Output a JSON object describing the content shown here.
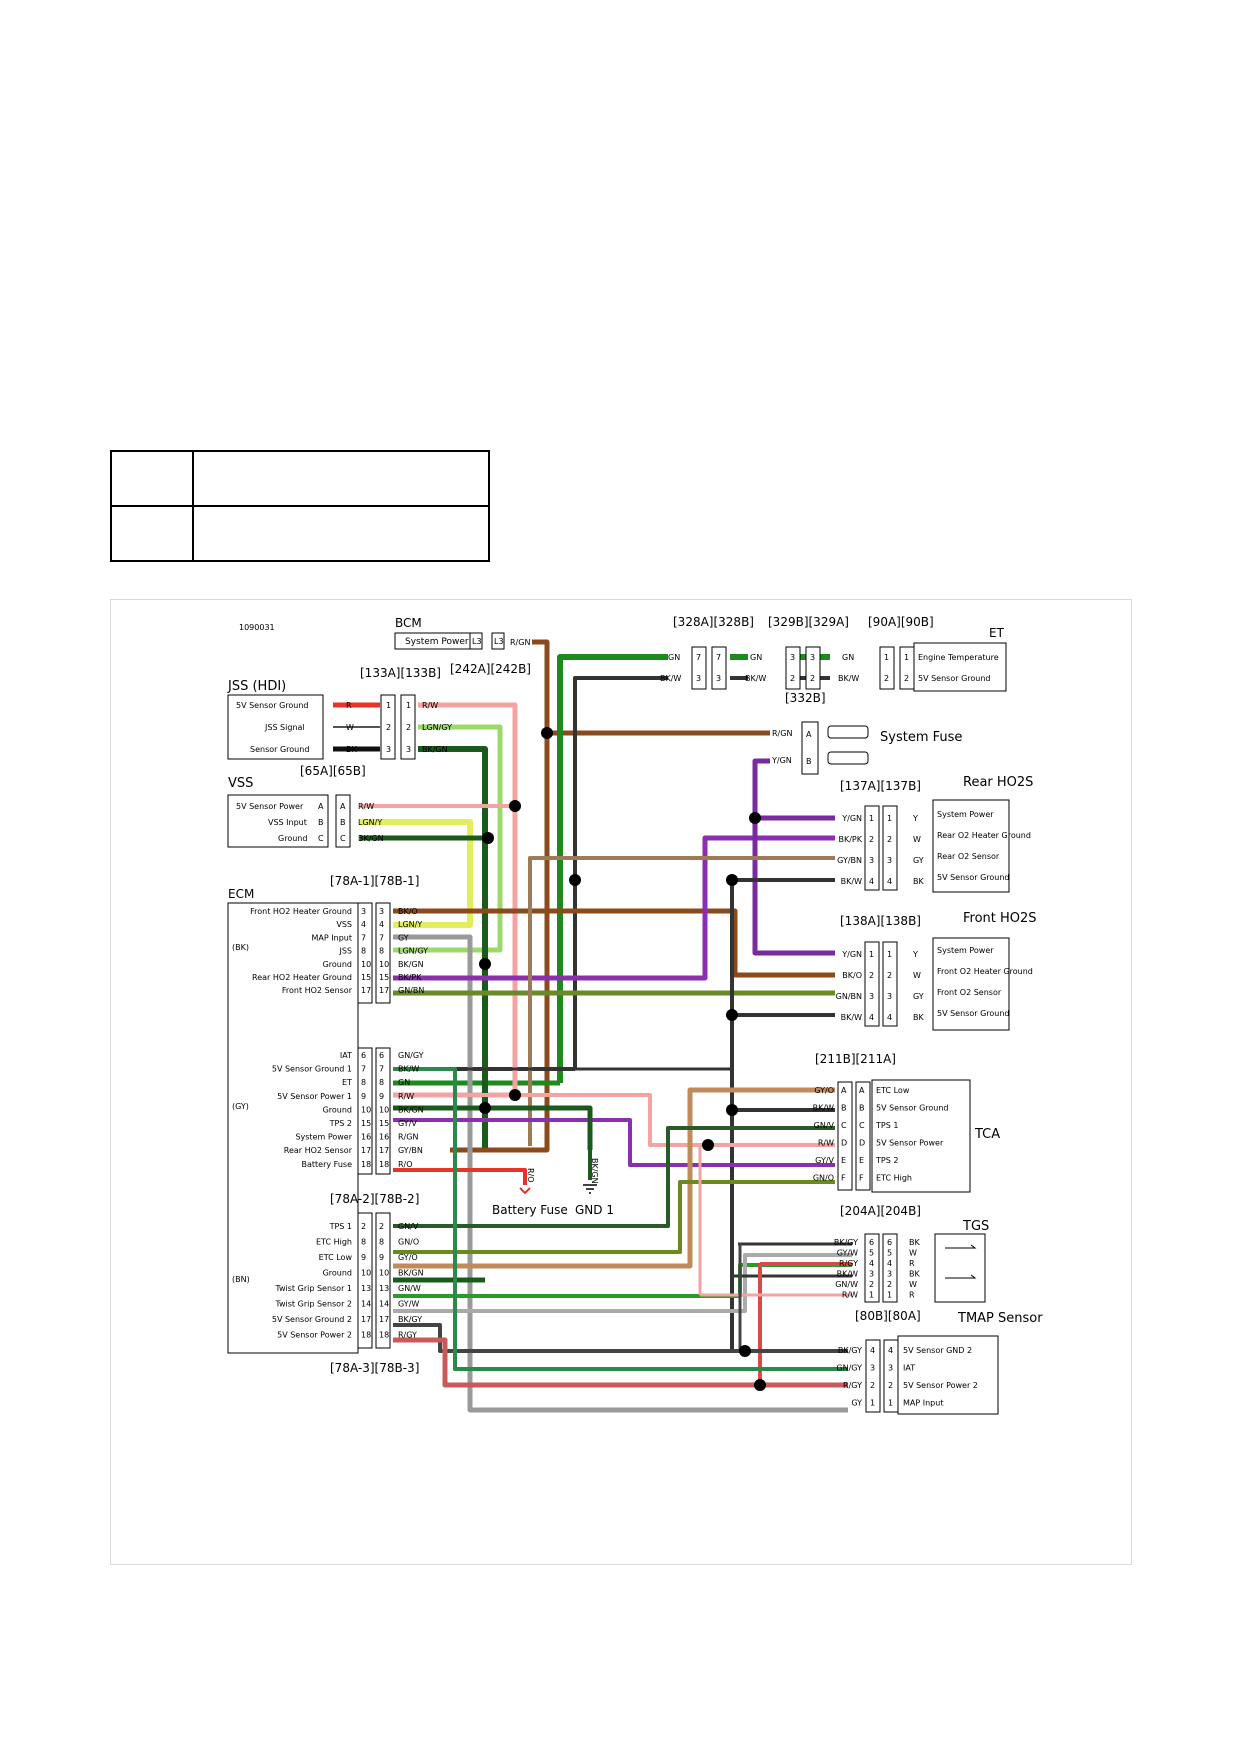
{
  "diagram_id": "1090031",
  "modules": {
    "bcm": {
      "title": "BCM",
      "pin_label": "System Power",
      "pins": [
        "L3",
        "L3"
      ],
      "wire": "R/GN"
    },
    "jss": {
      "title": "JSS (HDI)",
      "connector": "[133A][133B]",
      "pins": [
        {
          "label": "5V Sensor Ground",
          "wire": "R",
          "n": "1",
          "out": "R/W"
        },
        {
          "label": "JSS Signal",
          "wire": "W",
          "n": "2",
          "out": "LGN/GY"
        },
        {
          "label": "Sensor Ground",
          "wire": "BK",
          "n": "3",
          "out": "BK/GN"
        }
      ]
    },
    "vss": {
      "title": "VSS",
      "connector": "[65A][65B]",
      "pins": [
        {
          "label": "5V Sensor Power",
          "n": "A",
          "wire": "R/W"
        },
        {
          "label": "VSS Input",
          "n": "B",
          "wire": "LGN/Y"
        },
        {
          "label": "Ground",
          "n": "C",
          "wire": "BK/GN"
        }
      ]
    },
    "ecm": {
      "title": "ECM"
    },
    "et": {
      "title": "ET",
      "connector": "[90A][90B]",
      "pins": [
        {
          "n": "1",
          "label": "Engine Temperature"
        },
        {
          "n": "2",
          "label": "5V Sensor Ground"
        }
      ]
    },
    "system_fuse": {
      "title": "System Fuse",
      "connector": "[332B]",
      "pins": [
        "A",
        "B"
      ],
      "wires": [
        "R/GN",
        "Y/GN"
      ]
    },
    "rear_ho2s": {
      "title": "Rear HO2S",
      "connector": "[137A][137B]",
      "wires_in": [
        "Y/GN",
        "BK/PK",
        "GY/BN",
        "BK/W"
      ],
      "wires_out": [
        "Y",
        "W",
        "GY",
        "BK"
      ],
      "labels": [
        "System Power",
        "Rear O2 Heater Ground",
        "Rear O2 Sensor",
        "5V Sensor Ground"
      ]
    },
    "front_ho2s": {
      "title": "Front HO2S",
      "connector": "[138A][138B]",
      "wires_in": [
        "Y/GN",
        "BK/O",
        "GN/BN",
        "BK/W"
      ],
      "wires_out": [
        "Y",
        "W",
        "GY",
        "BK"
      ],
      "labels": [
        "System Power",
        "Front O2 Heater Ground",
        "Front O2 Sensor",
        "5V Sensor Ground"
      ]
    },
    "tca": {
      "title": "TCA",
      "connector": "[211B][211A]",
      "pins": [
        {
          "n": "A",
          "wire": "GY/O",
          "label": "ETC Low"
        },
        {
          "n": "B",
          "wire": "BK/W",
          "label": "5V Sensor Ground"
        },
        {
          "n": "C",
          "wire": "GN/V",
          "label": "TPS 1"
        },
        {
          "n": "D",
          "wire": "R/W",
          "label": "5V Sensor Power"
        },
        {
          "n": "E",
          "wire": "GY/V",
          "label": "TPS 2"
        },
        {
          "n": "F",
          "wire": "GN/O",
          "label": "ETC High"
        }
      ]
    },
    "tgs": {
      "title": "TGS",
      "connector": "[204A][204B]",
      "pins": [
        {
          "n": "6",
          "wire": "BK/GY",
          "out": "BK"
        },
        {
          "n": "5",
          "wire": "GY/W",
          "out": "W"
        },
        {
          "n": "4",
          "wire": "R/GY",
          "out": "R"
        },
        {
          "n": "3",
          "wire": "BK/W",
          "out": "BK"
        },
        {
          "n": "2",
          "wire": "GN/W",
          "out": "W"
        },
        {
          "n": "1",
          "wire": "R/W",
          "out": "R"
        }
      ]
    },
    "tmap": {
      "title": "TMAP Sensor",
      "connector": "[80B][80A]",
      "pins": [
        {
          "n": "4",
          "wire": "BK/GY",
          "label": "5V Sensor GND 2"
        },
        {
          "n": "3",
          "wire": "GN/GY",
          "label": "IAT"
        },
        {
          "n": "2",
          "wire": "R/GY",
          "label": "5V Sensor Power 2"
        },
        {
          "n": "1",
          "wire": "GY",
          "label": "MAP Input"
        }
      ]
    }
  },
  "connectors": {
    "c328": "[328A][328B]",
    "c329": "[329B][329A]",
    "c242": "[242A][242B]",
    "c78_1": "[78A-1][78B-1]",
    "c78_2": "[78A-2][78B-2]",
    "c78_3": "[78A-3][78B-3]"
  },
  "bk_block": {
    "tag": "(BK)",
    "rows": [
      {
        "label": "Front HO2 Heater Ground",
        "n": "3",
        "wire": "BK/O"
      },
      {
        "label": "VSS",
        "n": "4",
        "wire": "LGN/Y"
      },
      {
        "label": "MAP Input",
        "n": "7",
        "wire": "GY"
      },
      {
        "label": "JSS",
        "n": "8",
        "wire": "LGN/GY"
      },
      {
        "label": "Ground",
        "n": "10",
        "wire": "BK/GN"
      },
      {
        "label": "Rear HO2 Heater Ground",
        "n": "15",
        "wire": "BK/PK"
      },
      {
        "label": "Front HO2 Sensor",
        "n": "17",
        "wire": "GN/BN"
      }
    ]
  },
  "gy_block": {
    "tag": "(GY)",
    "rows": [
      {
        "label": "IAT",
        "n": "6",
        "wire": "GN/GY"
      },
      {
        "label": "5V Sensor Ground 1",
        "n": "7",
        "wire": "BK/W"
      },
      {
        "label": "ET",
        "n": "8",
        "wire": "GN"
      },
      {
        "label": "5V Sensor Power 1",
        "n": "9",
        "wire": "R/W"
      },
      {
        "label": "Ground",
        "n": "10",
        "wire": "BK/GN"
      },
      {
        "label": "TPS 2",
        "n": "15",
        "wire": "GY/V"
      },
      {
        "label": "System Power",
        "n": "16",
        "wire": "R/GN"
      },
      {
        "label": "Rear HO2 Sensor",
        "n": "17",
        "wire": "GY/BN"
      },
      {
        "label": "Battery Fuse",
        "n": "18",
        "wire": "R/O"
      }
    ]
  },
  "bn_block": {
    "tag": "(BN)",
    "rows": [
      {
        "label": "TPS 1",
        "n": "2",
        "wire": "GN/V"
      },
      {
        "label": "ETC High",
        "n": "8",
        "wire": "GN/O"
      },
      {
        "label": "ETC Low",
        "n": "9",
        "wire": "GY/O"
      },
      {
        "label": "Ground",
        "n": "10",
        "wire": "BK/GN"
      },
      {
        "label": "Twist Grip Sensor 1",
        "n": "13",
        "wire": "GN/W"
      },
      {
        "label": "Twist Grip Sensor 2",
        "n": "14",
        "wire": "GY/W"
      },
      {
        "label": "5V Sensor Ground 2",
        "n": "17",
        "wire": "BK/GY"
      },
      {
        "label": "5V Sensor Power 2",
        "n": "18",
        "wire": "R/GY"
      }
    ]
  },
  "grounds": {
    "battery_fuse": "Battery Fuse",
    "gnd1": "GND 1",
    "v1": "R/O",
    "v2": "BK/GN"
  },
  "wire_labels": {
    "gn": "GN",
    "bkw": "BK/W",
    "num7": "7",
    "num3": "3",
    "num2": "2"
  },
  "colors": {
    "R": "#e8322c",
    "W": "#ffffff",
    "BK": "#111111",
    "GN": "#1e8a1e",
    "LGN": "#a4e35a",
    "Y": "#e2ee5e",
    "GY": "#9a9a9a",
    "BN": "#8b4a1c",
    "O": "#f07a1a",
    "V": "#8a2fb0",
    "PK": "#e58ac9",
    "Y_purple": "#7a2aa0"
  }
}
